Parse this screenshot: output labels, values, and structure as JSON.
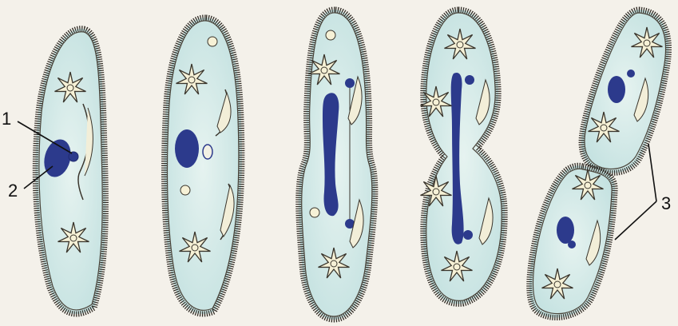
{
  "labels": {
    "one": "1",
    "two": "2",
    "three": "3"
  },
  "colors": {
    "cytoplasm": "#cfe7e6",
    "cytoplasm_light": "#e4f1ee",
    "membrane": "#2e2a24",
    "nucleus": "#2c3a8c",
    "nucleus_dark": "#1f2a6e",
    "vacuole": "#f6f1d6",
    "paper": "#f4f1ea"
  },
  "stages": [
    {
      "name": "stage-1"
    },
    {
      "name": "stage-2"
    },
    {
      "name": "stage-3"
    },
    {
      "name": "stage-4"
    },
    {
      "name": "stage-5"
    }
  ]
}
